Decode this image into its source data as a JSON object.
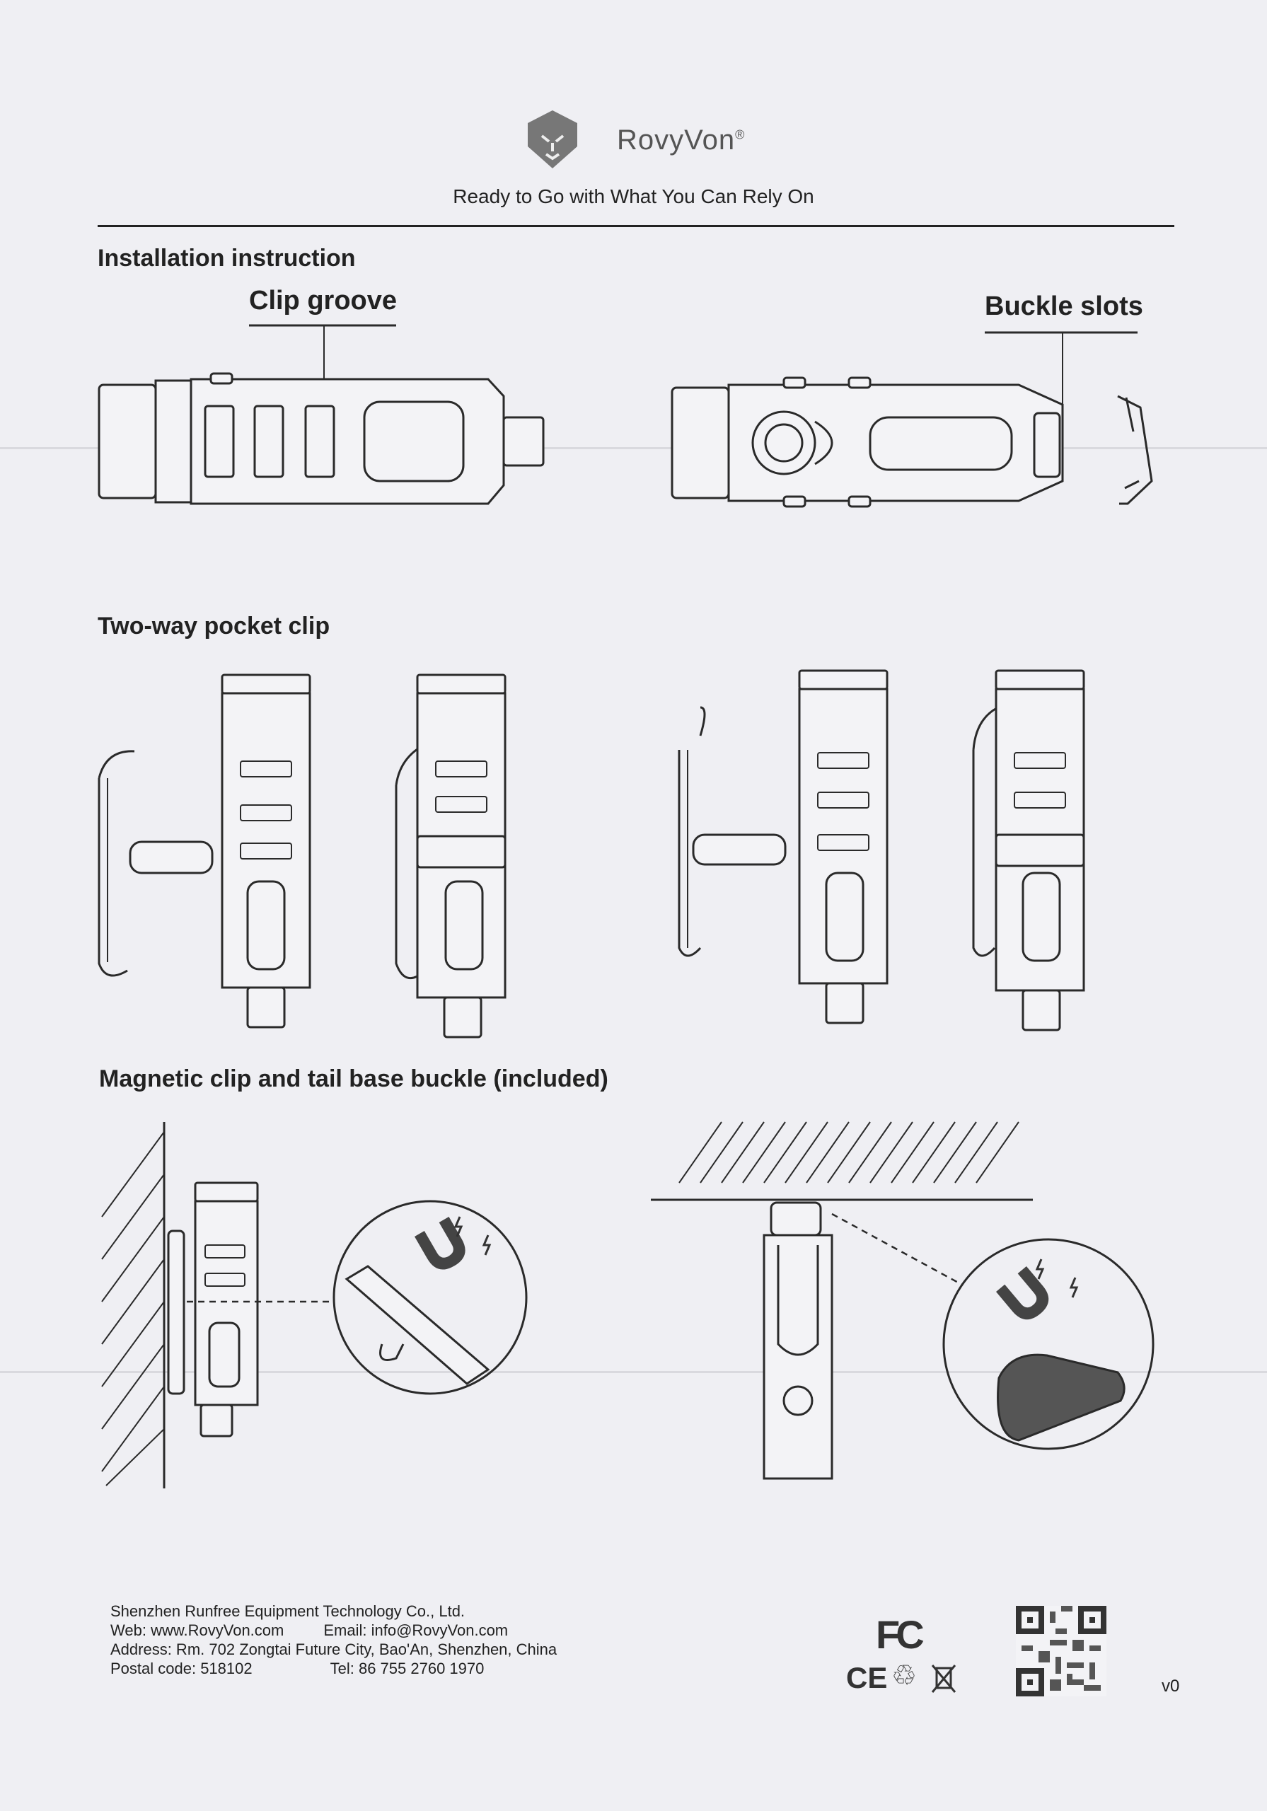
{
  "header": {
    "brand": "RovyVon",
    "registered": "®",
    "tagline": "Ready to Go with What You Can Rely On"
  },
  "sections": {
    "installation": {
      "title": "Installation instruction",
      "clip_groove_label": "Clip groove",
      "buckle_slots_label": "Buckle slots"
    },
    "pocket_clip": {
      "title": "Two-way pocket clip"
    },
    "magnetic": {
      "title": "Magnetic clip and tail base buckle (included)"
    }
  },
  "footer": {
    "company": "Shenzhen Runfree Equipment Technology Co., Ltd.",
    "web": "Web: www.RovyVon.com",
    "email": "Email: info@RovyVon.com",
    "address": "Address: Rm. 702 Zongtai Future City, Bao'An, Shenzhen, China",
    "postal": "Postal code: 518102",
    "tel": "Tel: 86 755 2760 1970",
    "fc_mark": "FC",
    "ce_mark": "CE",
    "version": "v0"
  },
  "icons": [
    "lion-logo-icon",
    "fc-mark-icon",
    "ce-mark-icon",
    "recycle-icon",
    "weee-bin-icon",
    "qr-code-icon",
    "magnet-icon",
    "lightning-icon"
  ]
}
